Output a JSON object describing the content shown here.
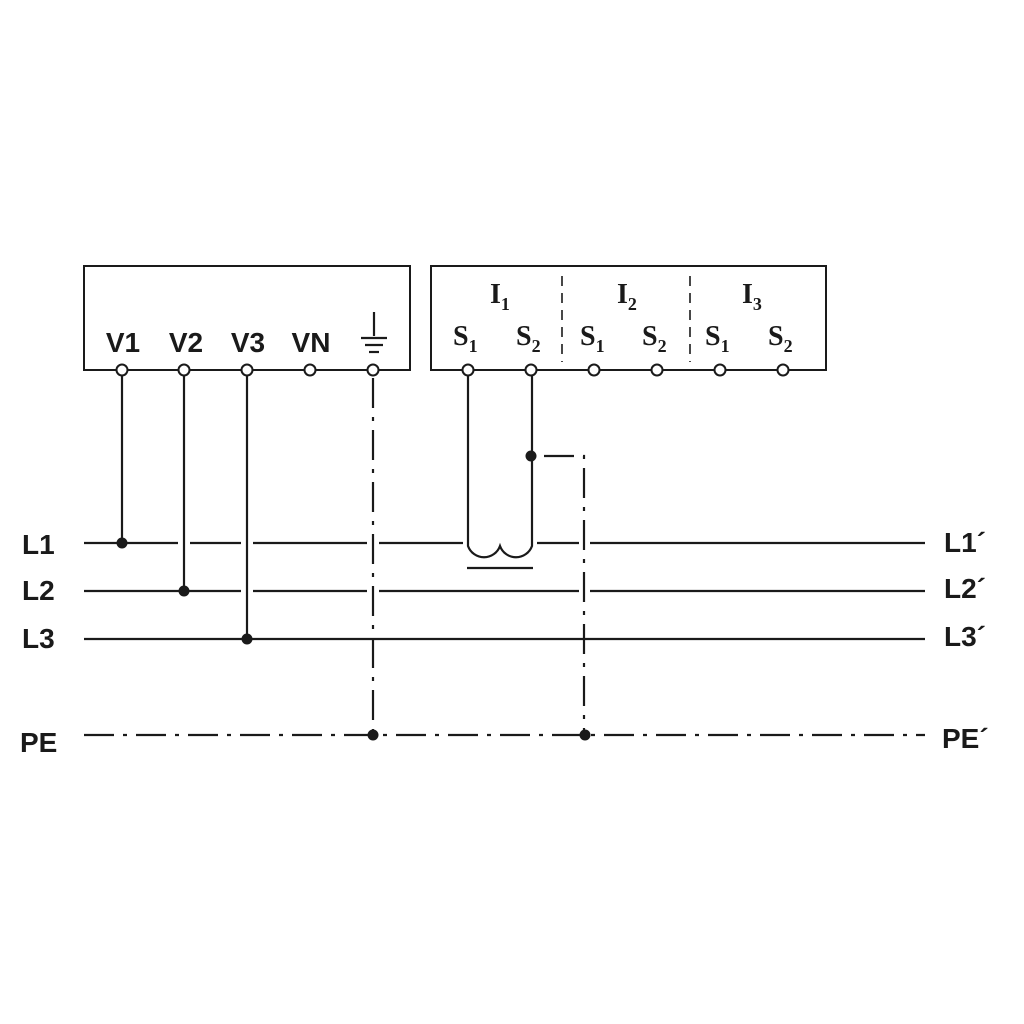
{
  "voltage_module": {
    "terminals": [
      "V1",
      "V2",
      "V3",
      "VN"
    ],
    "ground_icon": "protective-earth-icon"
  },
  "current_module": {
    "channels": [
      {
        "main": "I",
        "sub": "1"
      },
      {
        "main": "I",
        "sub": "2"
      },
      {
        "main": "I",
        "sub": "3"
      }
    ],
    "terminal_main": "S",
    "terminal_subs": [
      "1",
      "2"
    ]
  },
  "lines_in": [
    "L1",
    "L2",
    "L3",
    "PE"
  ],
  "lines_out": [
    "L1´",
    "L2´",
    "L3´",
    "PE´"
  ],
  "transformer_icon": "current-transformer-icon"
}
